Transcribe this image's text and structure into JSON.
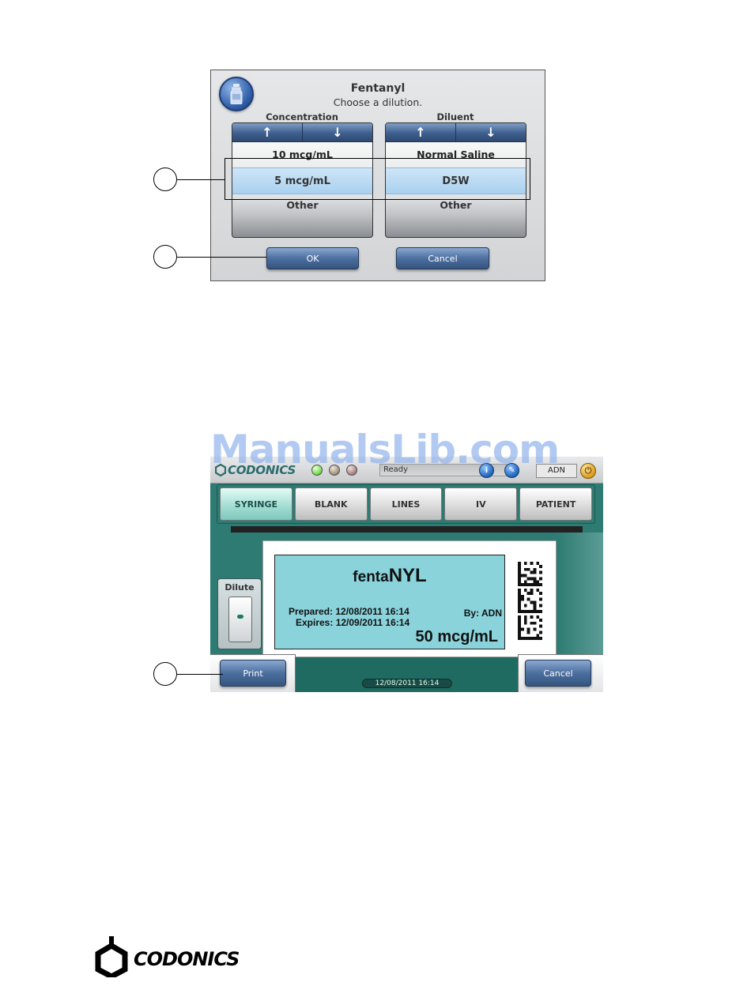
{
  "dialog": {
    "title": "Fentanyl",
    "subtitle": "Choose a dilution.",
    "concentration": {
      "header": "Concentration",
      "above": "10 mcg/mL",
      "selected": "5 mcg/mL",
      "below": "Other"
    },
    "diluent": {
      "header": "Diluent",
      "above": "Normal Saline",
      "selected": "D5W",
      "below": "Other"
    },
    "up_arrow": "↑",
    "down_arrow": "↓",
    "ok_label": "OK",
    "cancel_label": "Cancel"
  },
  "watermark": "ManualsLib.com",
  "app": {
    "brand": "CODONICS",
    "status": "Ready",
    "user": "ADN",
    "tabs": [
      "SYRINGE",
      "BLANK",
      "LINES",
      "IV",
      "PATIENT"
    ],
    "active_tab": "SYRINGE",
    "dilute_label": "Dilute",
    "label": {
      "drug_prefix": "fenta",
      "drug_suffix": "NYL",
      "prepared": "Prepared: 12/08/2011 16:14",
      "expires": "Expires: 12/09/2011 16:14",
      "by": "By: ADN",
      "concentration": "50 mcg/mL"
    },
    "print_label": "Print",
    "cancel_label": "Cancel",
    "datetime": "12/08/2011 16:14"
  },
  "footer": {
    "brand": "CODONICS"
  },
  "colors": {
    "button_blue": "#4c6f9f",
    "selection_blue": "#a9d0ef",
    "app_teal": "#2d7b72",
    "label_cyan": "#8ad3db",
    "led_green": "#7fe05a"
  }
}
